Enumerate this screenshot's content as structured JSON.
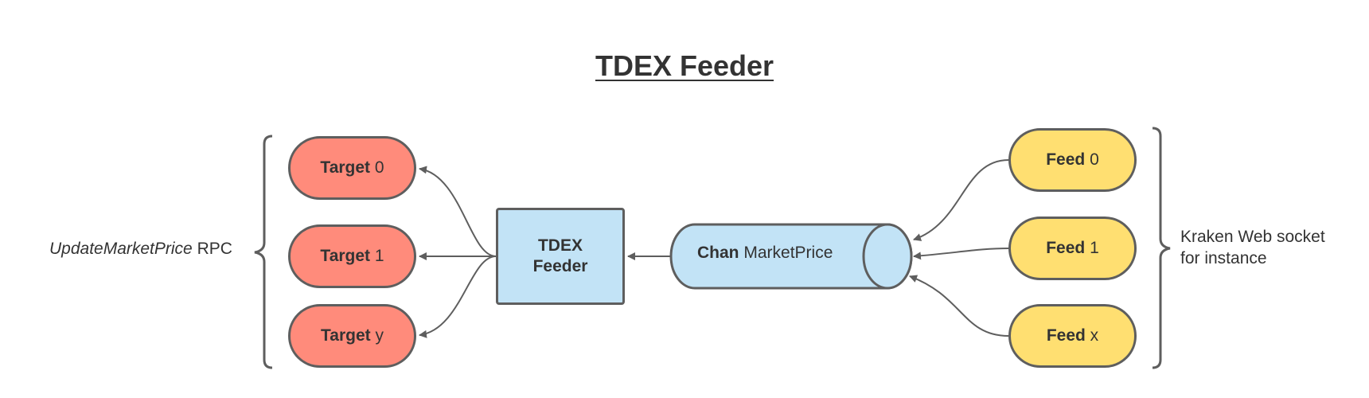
{
  "title": "TDEX Feeder",
  "targets": [
    {
      "bold": "Target",
      "suffix": "0"
    },
    {
      "bold": "Target",
      "suffix": "1"
    },
    {
      "bold": "Target",
      "suffix": "y"
    }
  ],
  "feeds": [
    {
      "bold": "Feed",
      "suffix": "0"
    },
    {
      "bold": "Feed",
      "suffix": "1"
    },
    {
      "bold": "Feed",
      "suffix": "x"
    }
  ],
  "feeder": {
    "line1": "TDEX",
    "line2": "Feeder"
  },
  "channel": {
    "bold": "Chan",
    "name": "MarketPrice"
  },
  "left_label": {
    "italic": "UpdateMarketPrice",
    "plain": "RPC"
  },
  "right_label": {
    "line1": "Kraken Web socket",
    "line2": "for instance"
  },
  "colors": {
    "target_fill": "#ff8b7b",
    "feed_fill": "#ffdf71",
    "feeder_fill": "#c2e3f6",
    "stroke": "#5e5e5e"
  }
}
